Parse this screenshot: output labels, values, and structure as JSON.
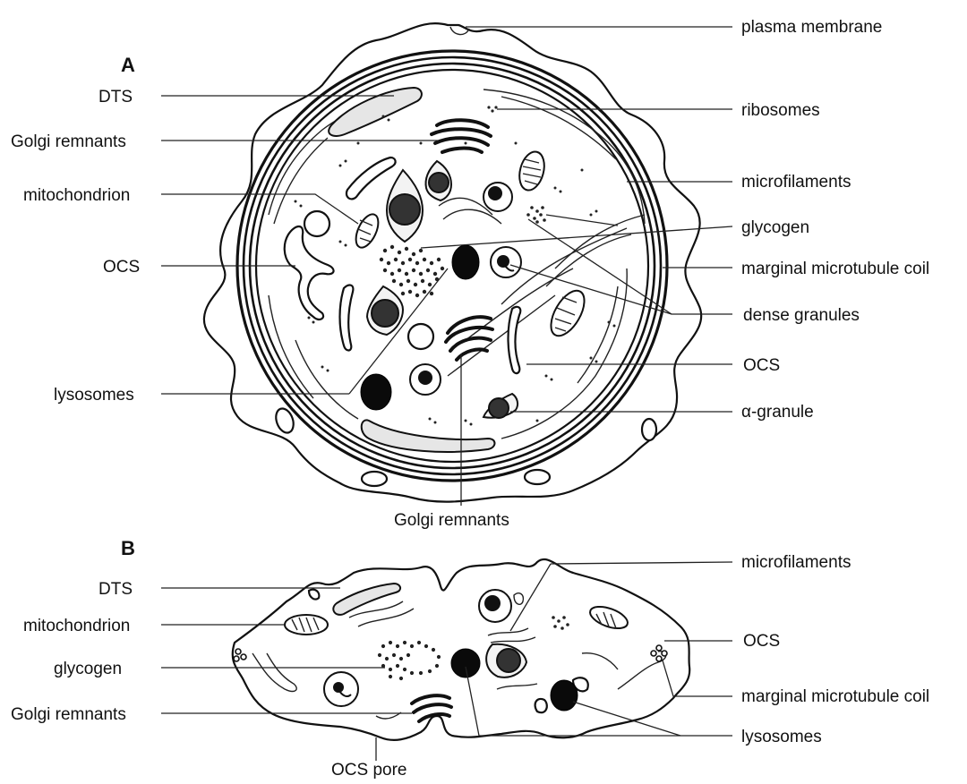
{
  "panels": {
    "a": "A",
    "b": "B"
  },
  "labels_a": {
    "plasma_membrane": "plasma membrane",
    "dts": "DTS",
    "ribosomes": "ribosomes",
    "golgi_remnants_left": "Golgi remnants",
    "microfilaments": "microfilaments",
    "mitochondrion": "mitochondrion",
    "glycogen": "glycogen",
    "ocs_left": "OCS",
    "marginal_microtubule_coil": "marginal microtubule coil",
    "dense_granules": "dense granules",
    "ocs_right": "OCS",
    "lysosomes": "lysosomes",
    "alpha_granule": "α-granule",
    "golgi_remnants_bottom": "Golgi remnants"
  },
  "labels_b": {
    "dts": "DTS",
    "microfilaments": "microfilaments",
    "mitochondrion": "mitochondrion",
    "ocs": "OCS",
    "glycogen": "glycogen",
    "marginal_microtubule_coil": "marginal microtubule coil",
    "golgi_remnants": "Golgi remnants",
    "lysosomes": "lysosomes",
    "ocs_pore": "OCS pore"
  },
  "colors": {
    "stroke": "#111111",
    "granule_core": "#333333",
    "dts_fill": "#e6e6e6",
    "background": "#ffffff"
  }
}
